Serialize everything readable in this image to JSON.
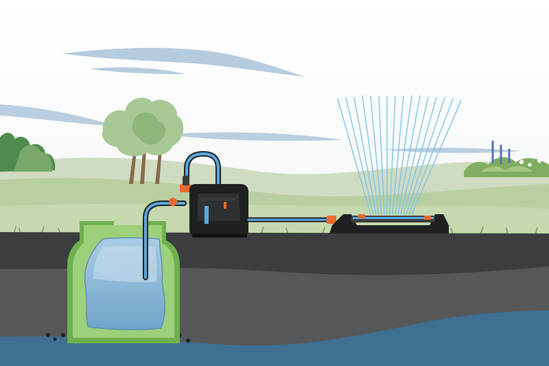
{
  "scene": {
    "components": [
      {
        "id": "water-tank",
        "icon": "underground-tank-icon"
      },
      {
        "id": "suction-hose",
        "icon": "hose-icon"
      },
      {
        "id": "garden-pump",
        "icon": "pump-icon"
      },
      {
        "id": "delivery-hose",
        "icon": "hose-icon"
      },
      {
        "id": "oscillating-sprinkler",
        "icon": "sprinkler-icon"
      },
      {
        "id": "water-spray",
        "icon": "spray-icon"
      }
    ],
    "colors": {
      "sky": "#f3f7f8",
      "cloud": "#a9c3d9",
      "hill_far": "#cfdcc1",
      "hill_near": "#b9cfa2",
      "ground_dark": "#3b3d3f",
      "ground_mid": "#555759",
      "groundwater": "#3f6f93",
      "tank_green": "#7bbf5b",
      "tank_water": "#8ab8d8",
      "hose_blue": "#5aa9de",
      "pump_black": "#1e2022",
      "accent_orange": "#e86a2c",
      "spray": "#7fc4ea"
    }
  }
}
